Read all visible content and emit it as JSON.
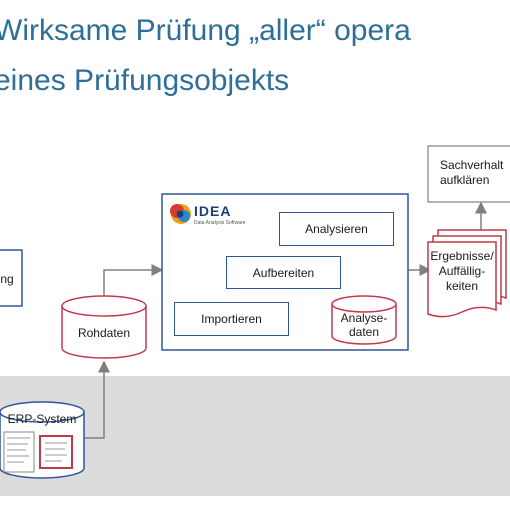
{
  "title": {
    "line1": "Wirksame Prüfung „aller“ opera",
    "line2": " eines Prüfungsobjekts"
  },
  "left_box": {
    "label": "ng"
  },
  "cylinders": {
    "rohdaten": "Rohdaten",
    "erp": "ERP-System"
  },
  "idea": {
    "logo_text": "IDEA",
    "logo_subtitle": "Data Analysis Software",
    "analysieren": "Analysieren",
    "aufbereiten": "Aufbereiten",
    "importieren": "Importieren",
    "analysedaten": "Analyse-\ndaten"
  },
  "ergebnisse": {
    "label": "Ergebnisse/\nAuffällig-\nkeiten"
  },
  "sachverhalt": {
    "label": "Sachverhalt\naufklären"
  },
  "colors": {
    "title": "#2d6f96",
    "box_border": "#2f5597",
    "doc_border": "#c0394b",
    "arrow": "#808080",
    "band": "#dcdcdc"
  }
}
